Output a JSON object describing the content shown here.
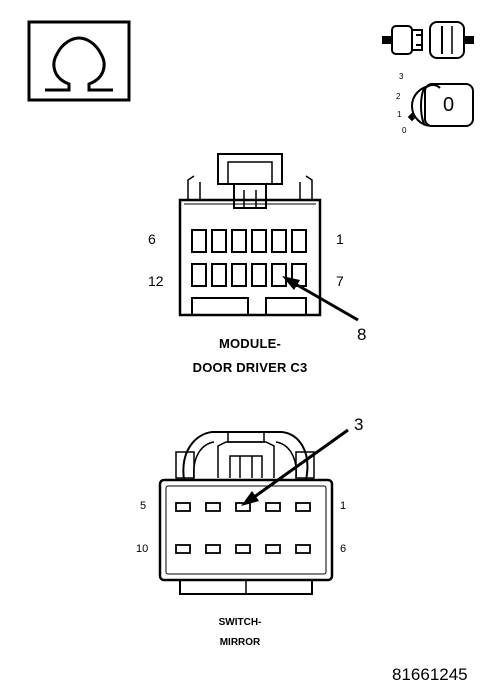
{
  "icons": {
    "ohmmeter": "ohm-symbol-icon",
    "ignition_off": "ignition-key-off-icon",
    "disconnect": "connector-disconnected-icon"
  },
  "ignition": {
    "positions": [
      "3",
      "2",
      "1",
      "0"
    ],
    "key_label": "0"
  },
  "module_connector": {
    "pin_labels": {
      "top_left": "6",
      "top_right": "1",
      "bottom_left": "12",
      "bottom_right": "7"
    },
    "callout": "8",
    "caption_line1": "MODULE-",
    "caption_line2": "DOOR DRIVER C3"
  },
  "switch_connector": {
    "pin_labels": {
      "top_left": "5",
      "top_right": "1",
      "bottom_left": "10",
      "bottom_right": "6"
    },
    "callout": "3",
    "caption_line1": "SWITCH-",
    "caption_line2": "MIRROR"
  },
  "figure_id": "81661245"
}
